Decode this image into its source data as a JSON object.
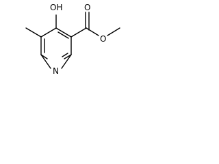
{
  "diagram": {
    "type": "chemical-structure",
    "atom_labels": {
      "hydroxyl": "OH",
      "carbonyl_oxygen": "O",
      "ester_oxygen": "O",
      "ring_nitrogen": "N"
    }
  }
}
